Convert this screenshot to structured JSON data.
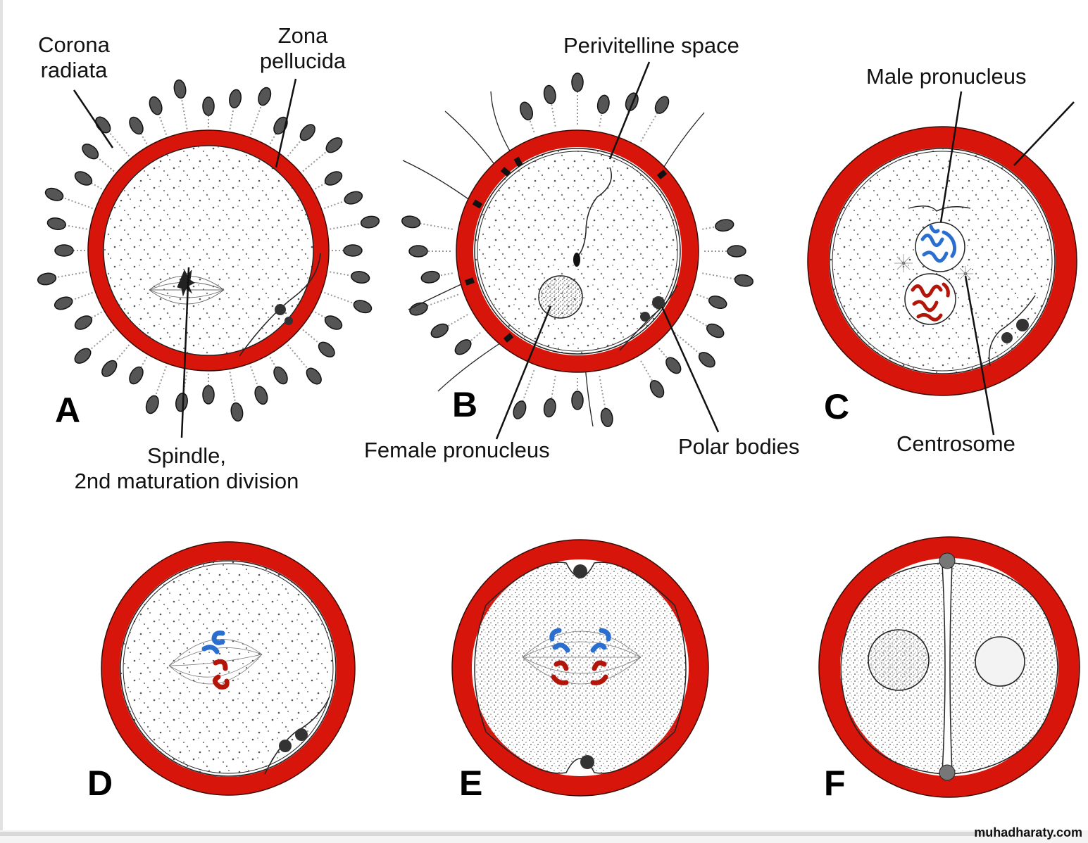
{
  "figure": {
    "colors": {
      "zona": "#d8150a",
      "zona_edge": "#3a0a05",
      "male_pronucleus": "#2a6fd0",
      "female_pronucleus": "#b31508",
      "ink": "#111111"
    },
    "panels": [
      {
        "letter": "A"
      },
      {
        "letter": "B"
      },
      {
        "letter": "C"
      },
      {
        "letter": "D"
      },
      {
        "letter": "E"
      },
      {
        "letter": "F"
      }
    ],
    "labels": {
      "corona_radiata_1": "Corona",
      "corona_radiata_2": "radiata",
      "zona_pellucida_1": "Zona",
      "zona_pellucida_2": "pellucida",
      "spindle_1": "Spindle,",
      "spindle_2": "2nd maturation division",
      "perivitelline_space": "Perivitelline space",
      "female_pronucleus": "Female pronucleus",
      "polar_bodies": "Polar bodies",
      "male_pronucleus": "Male pronucleus",
      "centrosome": "Centrosome"
    }
  },
  "watermark": "muhadharaty.com"
}
